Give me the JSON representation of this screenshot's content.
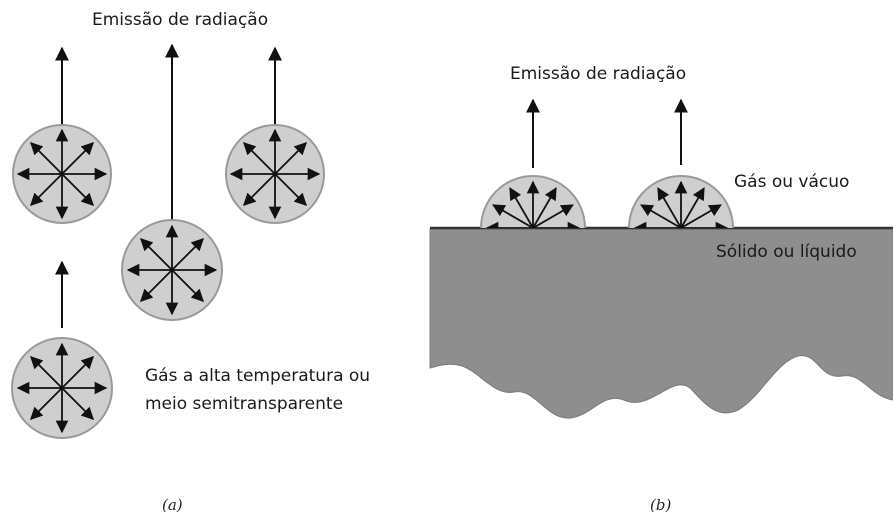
{
  "panel_a": {
    "title": "Emissão de radiação",
    "medium_line1": "Gás a alta temperatura ou",
    "medium_line2": "meio semitransparente",
    "caption": "(a)"
  },
  "panel_b": {
    "title": "Emissão de radiação",
    "upper_medium": "Gás ou vácuo",
    "lower_medium": "Sólido ou líquido",
    "caption": "(b)"
  },
  "colors": {
    "sphere_fill": "#cfcfcf",
    "sphere_edge": "#9a9a9a",
    "arrow": "#111111",
    "solid_fill": "#8e8e8e",
    "surface_line": "#333333"
  }
}
